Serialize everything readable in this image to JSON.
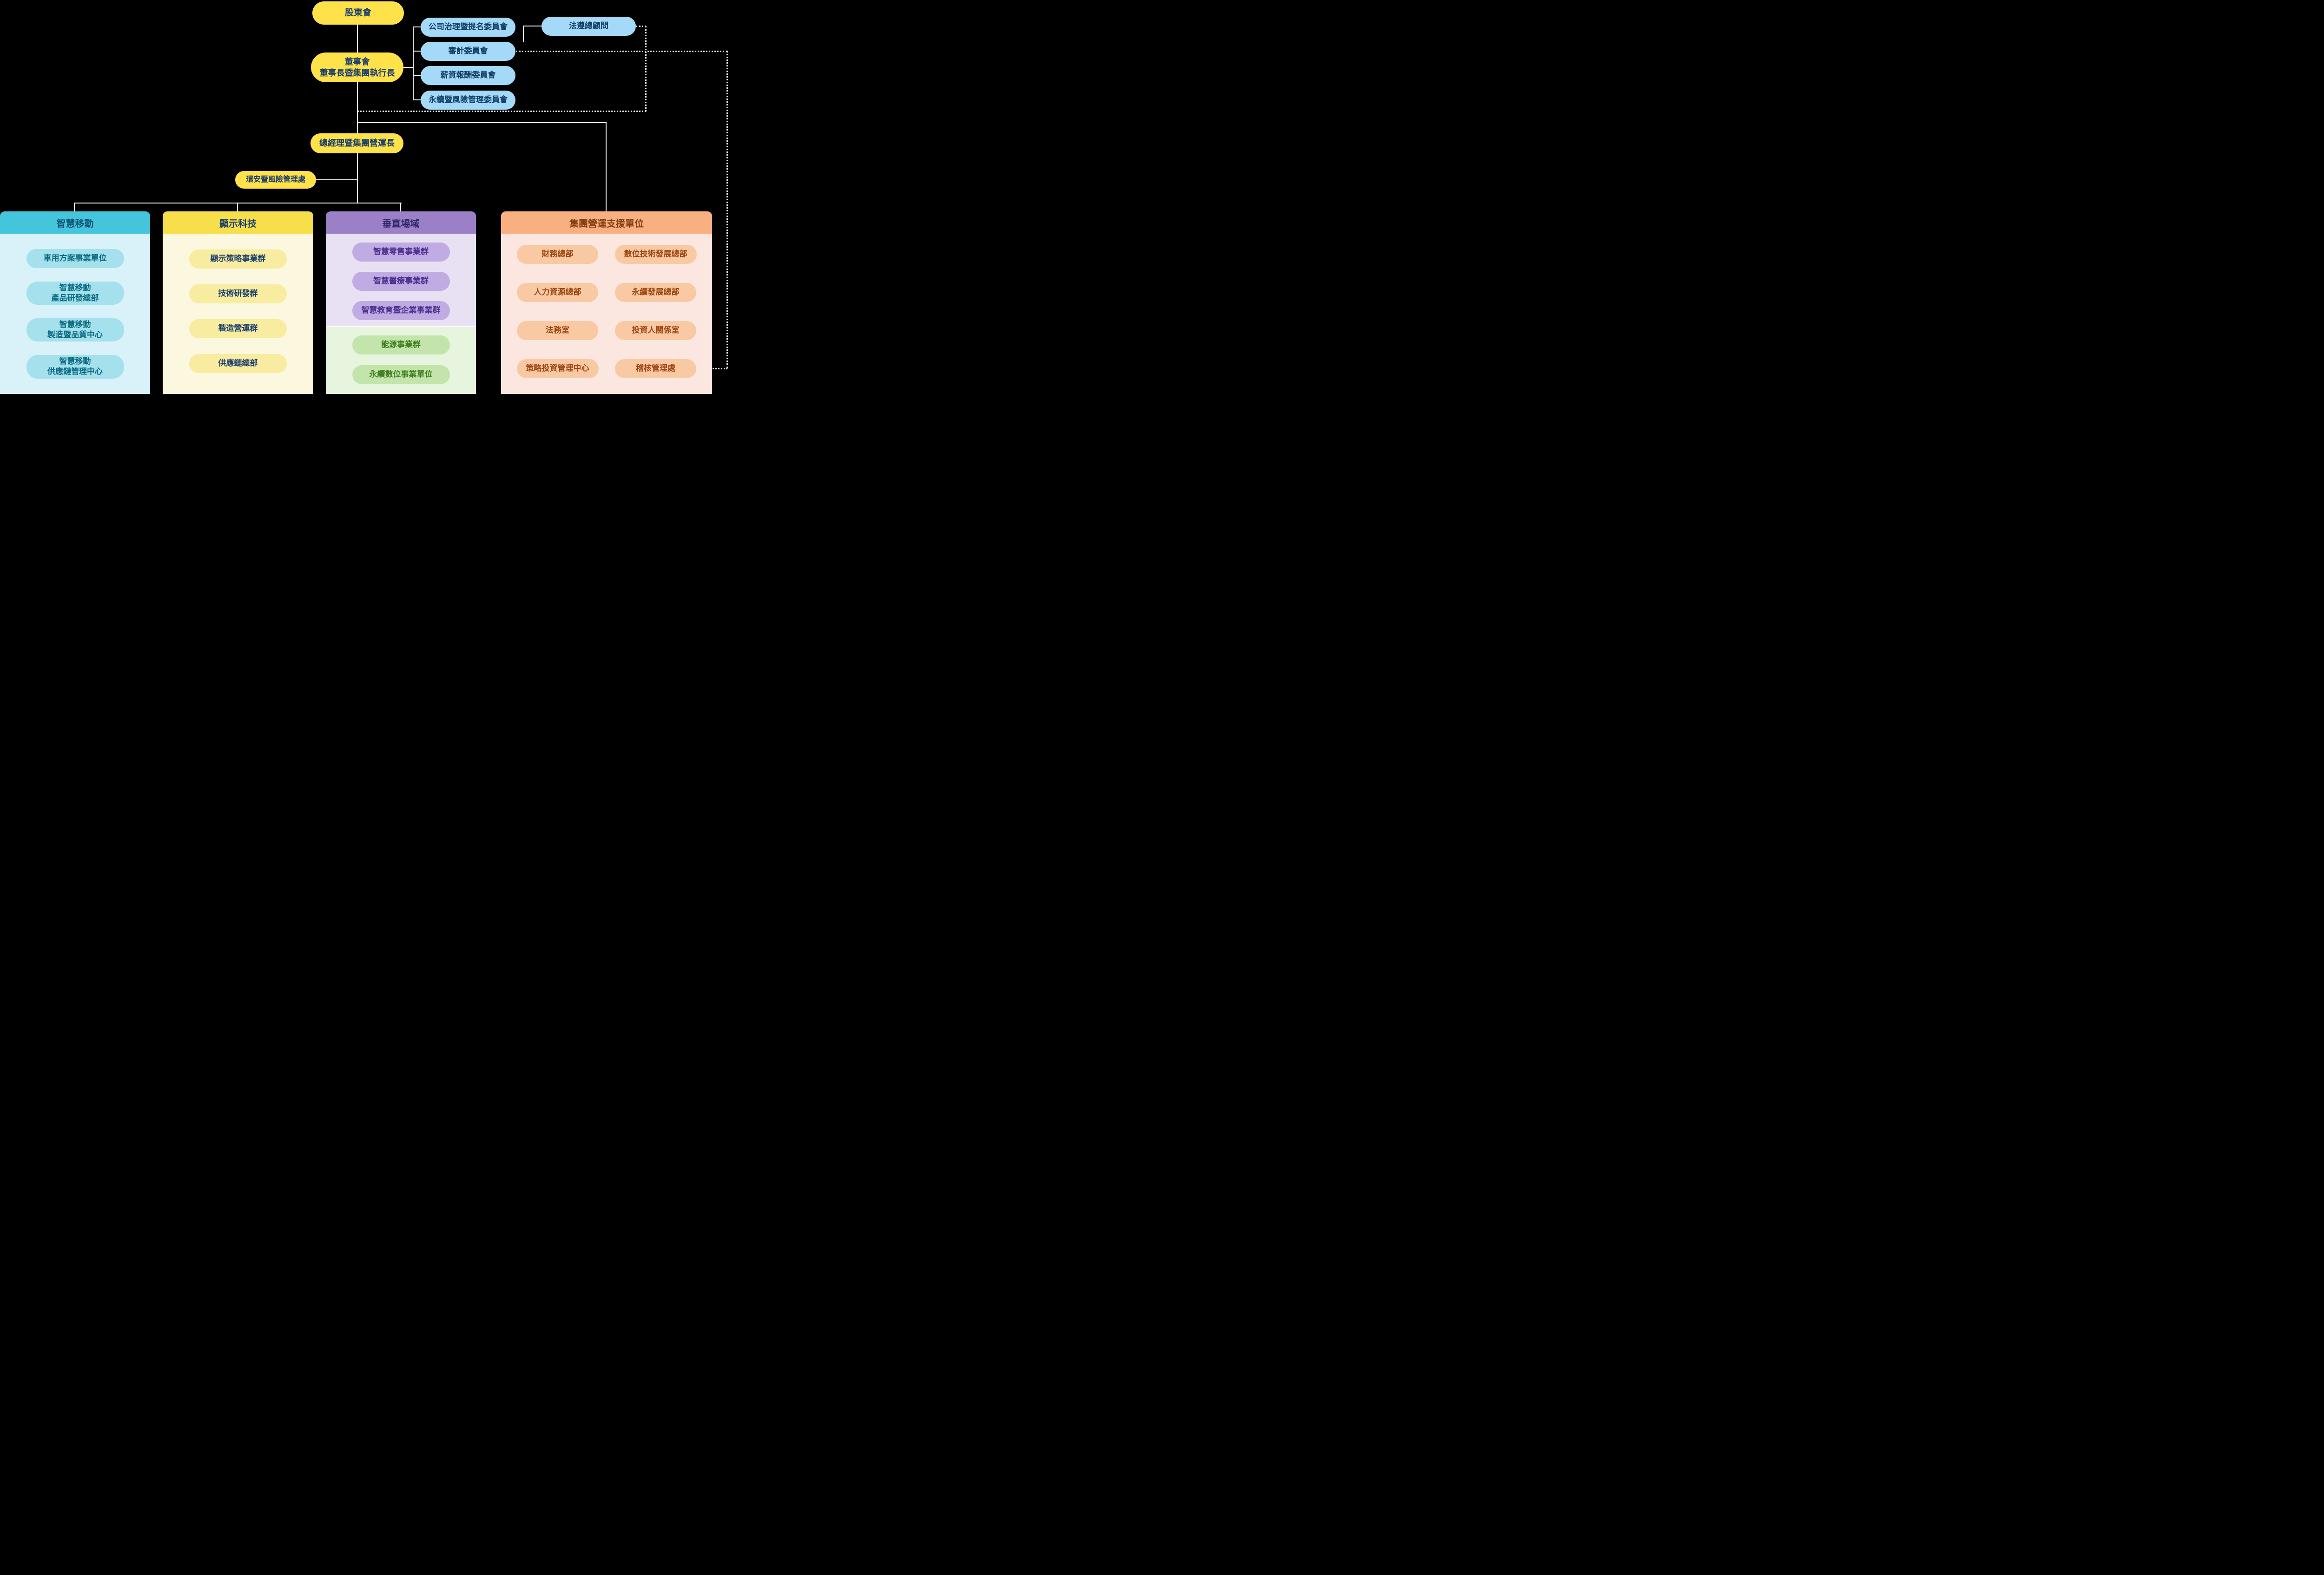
{
  "org": {
    "shareholders": "股東會",
    "board": "董事會\n董事長暨集團執行長",
    "committees": [
      "公司治理暨提名委員會",
      "審計委員會",
      "薪資報酬委員會",
      "永續暨風險管理委員會"
    ],
    "chief_compliance": "法遵總顧問",
    "president": "總經理暨集團營運長",
    "esh_risk": "環安暨風險管理處",
    "business_groups": [
      {
        "title": "智慧移動",
        "units": [
          "車用方案事業單位",
          "智慧移動\n產品研發總部",
          "智慧移動\n製造暨品質中心",
          "智慧移動\n供應鏈管理中心"
        ]
      },
      {
        "title": "顯示科技",
        "units": [
          "顯示策略事業群",
          "技術研發群",
          "製造營運群",
          "供應鏈總部"
        ]
      },
      {
        "title": "垂直場域",
        "units": [
          "智慧零售事業群",
          "智慧醫療事業群",
          "智慧教育暨企業事業群"
        ],
        "sub_units": [
          "能源事業群",
          "永續數位事業單位"
        ]
      },
      {
        "title": "集團營運支援單位",
        "units": [
          "財務總部",
          "數位技術發展總部",
          "人力資源總部",
          "永續發展總部",
          "法務室",
          "投資人關係室",
          "策略投資管理中心",
          "稽核管理處"
        ]
      }
    ]
  },
  "colors": {
    "background": "#000000",
    "node_yellow": "#FFE14A",
    "node_blue": "#A5D9F8",
    "mobility_header": "#45C5DB",
    "mobility_body": "#D9F1F8",
    "mobility_pill": "#A5E1ED",
    "display_header": "#F7DF4B",
    "display_body": "#FCF8DF",
    "display_pill": "#F7EC9F",
    "vertical_header": "#9B80C8",
    "vertical_body": "#E8E1F4",
    "vertical_pill": "#C0ABE2",
    "energy_body": "#E7F4DE",
    "energy_pill": "#C3E5AC",
    "support_header": "#F8B080",
    "support_body": "#FBE7DF",
    "support_pill": "#F9C9A4",
    "solid_line": "#F5F5F5",
    "dotted_line": "#DDDDDD"
  }
}
